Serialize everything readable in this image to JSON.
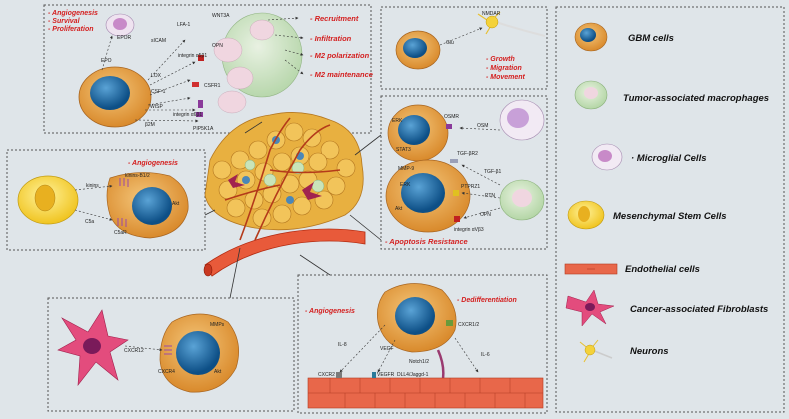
{
  "panel_top_left": {
    "effects": [
      "- Angiogenesis",
      "- Survival",
      "- Proliferation"
    ],
    "labels": {
      "epor": "EPOR",
      "epo": "EPO",
      "sicam": "sICAM",
      "lfa1": "LFA-1",
      "wnt3a": "WNT3A",
      "opn": "OPN",
      "integrin_a5b1": "integrin α5β1",
      "lox": "LOX",
      "csfr1": "CSFR1",
      "csf1": "CSF-1",
      "wisp": "WISP",
      "integrin_a6b1": "integrin α6β1",
      "b2m": "β2M",
      "pip5k1a": "PIP5K1A"
    },
    "outcomes": [
      "- Recruitment",
      "- Infiltration",
      "- M2 polarization",
      "- M2 maintenance"
    ]
  },
  "panel_neurons": {
    "labels": {
      "glu": "Glu",
      "receptor": "NMDAR"
    },
    "effects": [
      "- Growth",
      "- Migration",
      "- Movement"
    ]
  },
  "panel_mid_right": {
    "labels": {
      "erk_top": "ERK",
      "osmr": "OSMR",
      "osm": "OSM",
      "stat3": "STAT3",
      "tgfbr2": "TGF-βR2",
      "tgfb1": "TGF-β1",
      "mmp": "MMP-9",
      "erk_bottom": "ERK",
      "ptprz1": "PTPRZ1",
      "ptn": "PTN",
      "akt": "Akt",
      "opn": "OPN",
      "integrin_avb3": "integrin αVβ3"
    },
    "effect": "- Apoptosis Resistance"
  },
  "panel_msc": {
    "effect": "- Angiogenesis",
    "labels": {
      "receptor1": "kinins-B1/2",
      "ligand1": "kinins",
      "akt": "Akt",
      "ligand2": "C5a",
      "receptor2": "C5aR"
    }
  },
  "panel_caf": {
    "labels": {
      "mmps": "MMPs",
      "ligand": "CXCR12",
      "receptor": "CXCR4",
      "akt": "Akt"
    }
  },
  "panel_endothelial": {
    "effects": [
      "- Angiogenesis",
      "- Dedifferentiation"
    ],
    "labels": {
      "cxcr": "CXCR1/2",
      "il8": "IL-8",
      "vegf": "VEGF",
      "notch": "Notch1/2",
      "il6": "IL-6",
      "dll4": "DLL4/Jaggd-1",
      "cxcr2": "CXCR2",
      "vegfr": "VEGFR"
    }
  },
  "legend": [
    "GBM cells",
    "Tumor-associated macrophages",
    "· Microglial Cells",
    "Mesenchymal Stem Cells",
    "Endothelial cells",
    "Cancer-associated Fibroblasts",
    "Neurons"
  ]
}
